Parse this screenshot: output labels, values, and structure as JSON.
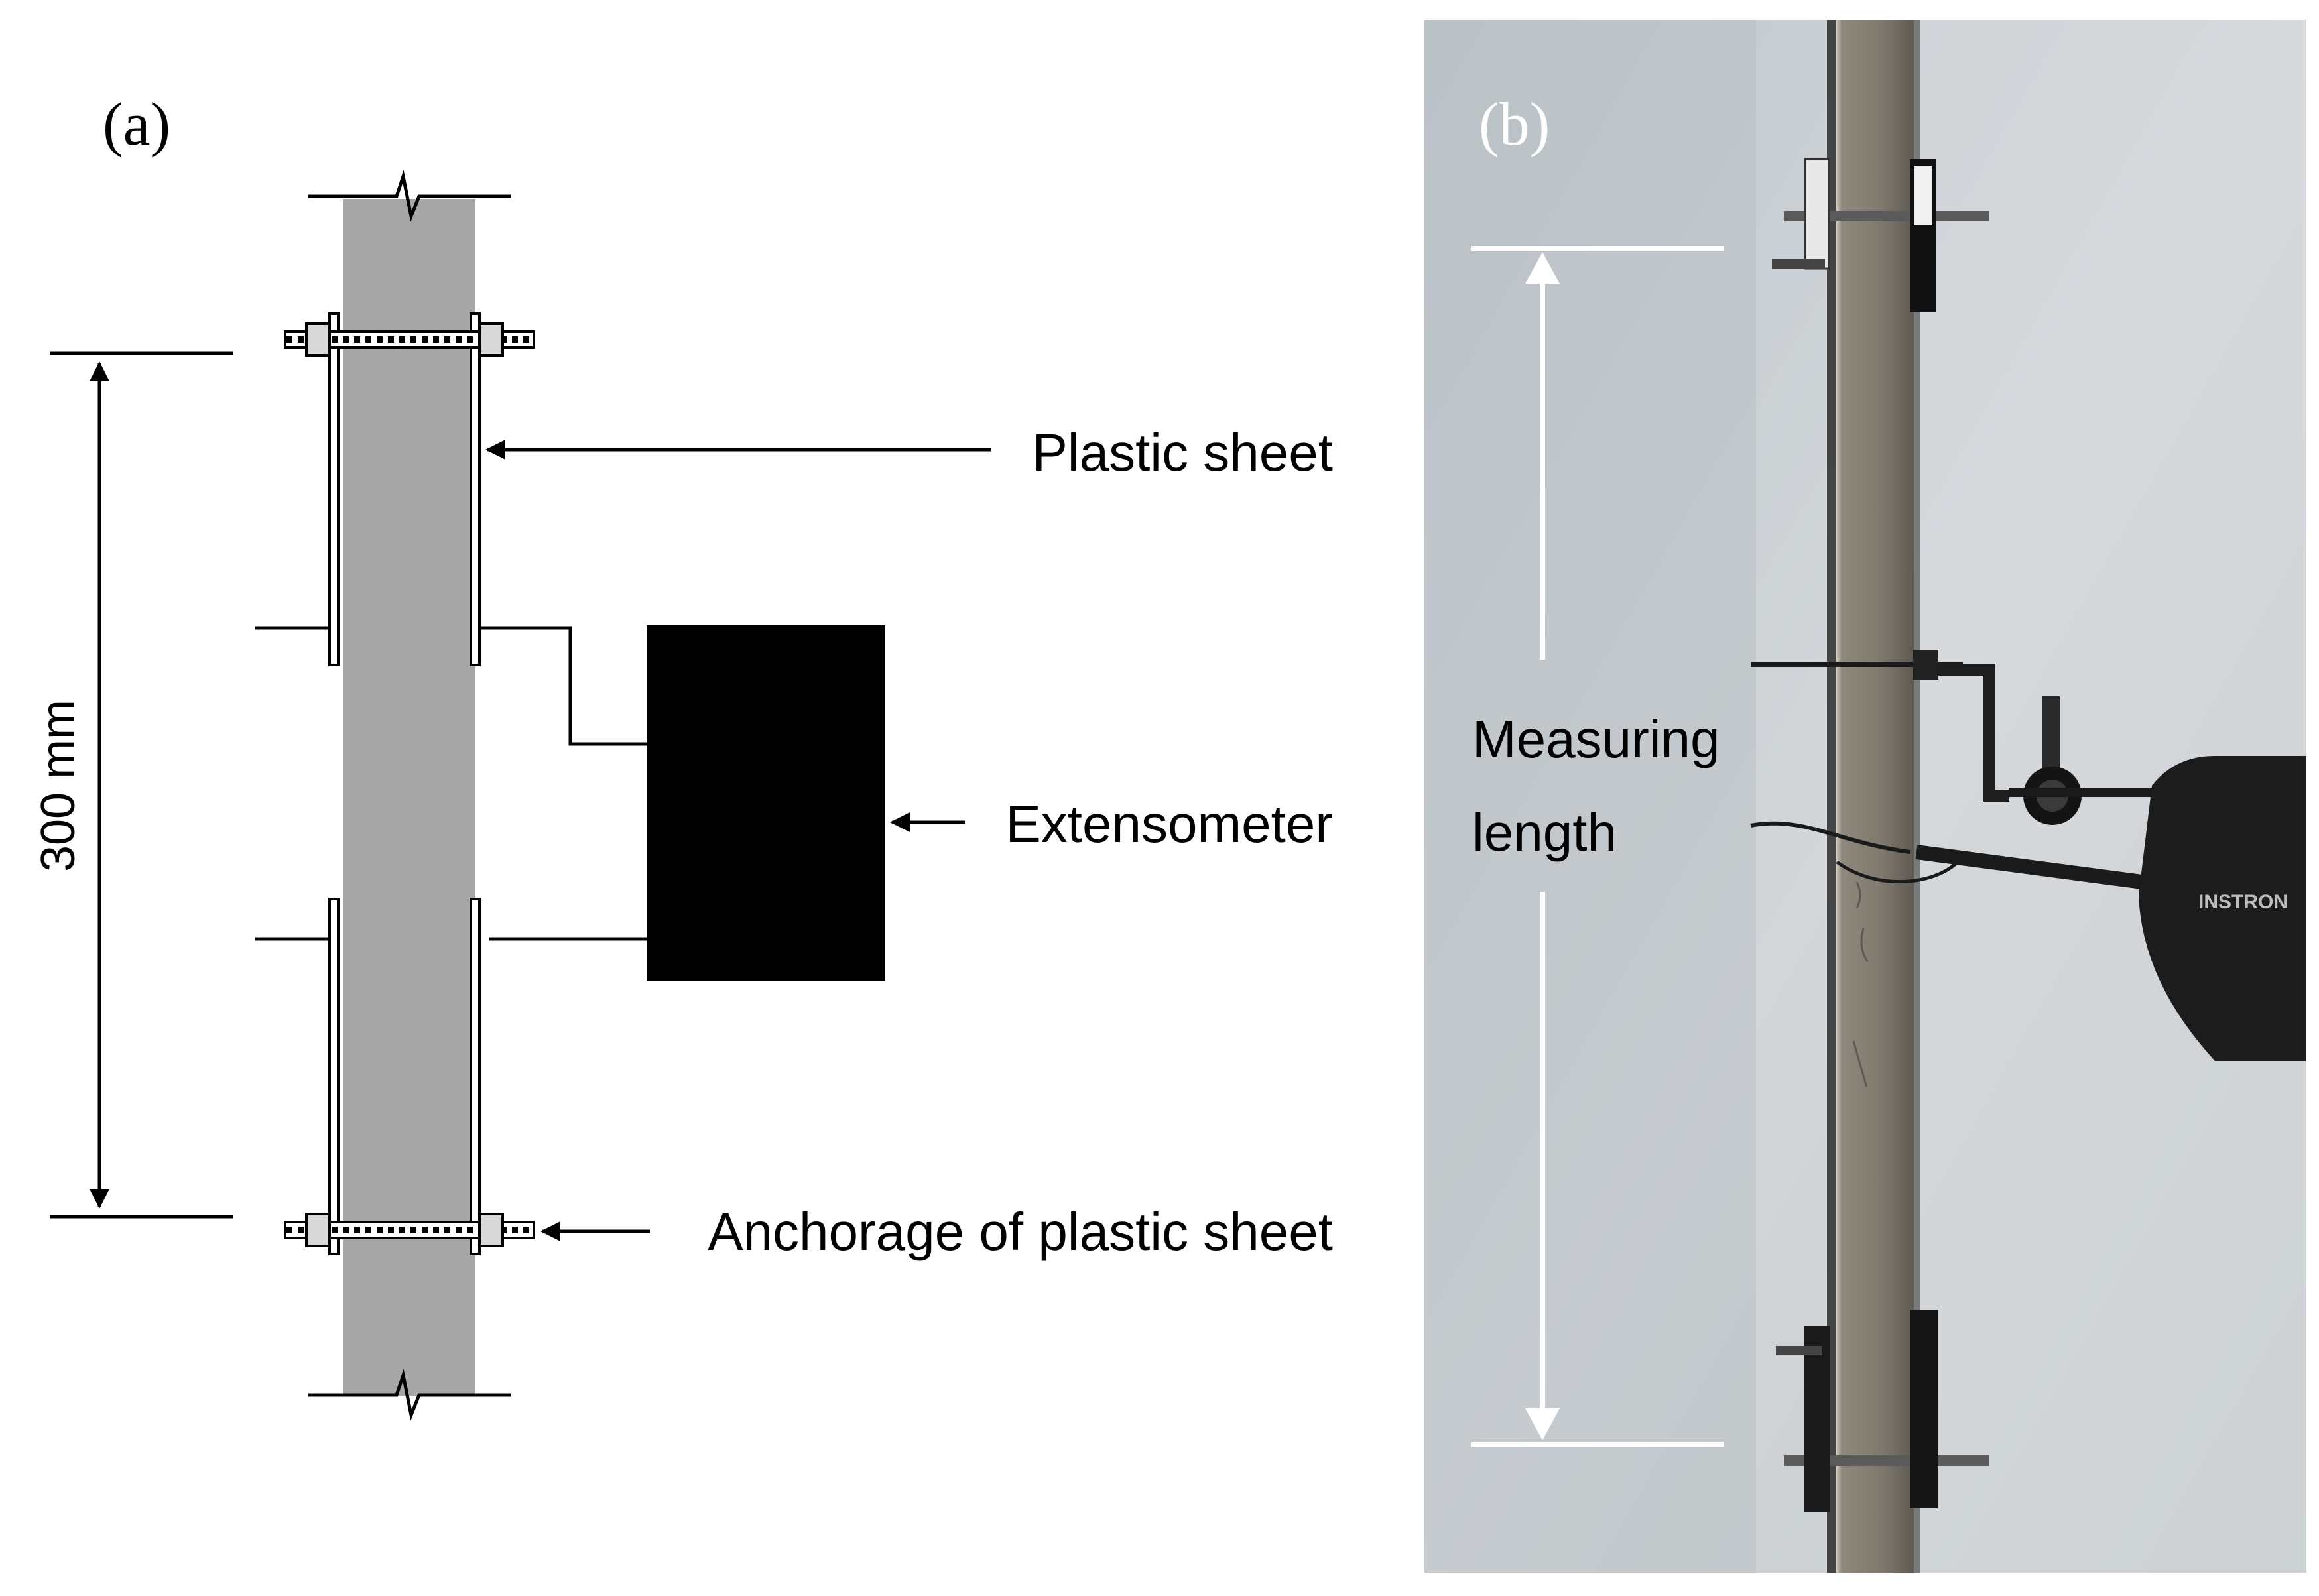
{
  "panel_a": {
    "label": "(a)",
    "dimension_label": "300 mm",
    "callouts": {
      "plastic_sheet": "Plastic sheet",
      "extensometer": "Extensometer",
      "anchorage": "Anchorage of plastic sheet"
    },
    "colors": {
      "specimen": "#a6a6a6",
      "extensometer": "#000000",
      "line": "#000000"
    }
  },
  "panel_b": {
    "label": "(b)",
    "measuring_label_line1": "Measuring",
    "measuring_label_line2": "length",
    "instrument_brand": "INSTRON",
    "colors": {
      "background": "#c9ced2",
      "specimen": "#8a8478",
      "annotation": "#ffffff",
      "instrument": "#1f1f1f"
    }
  }
}
